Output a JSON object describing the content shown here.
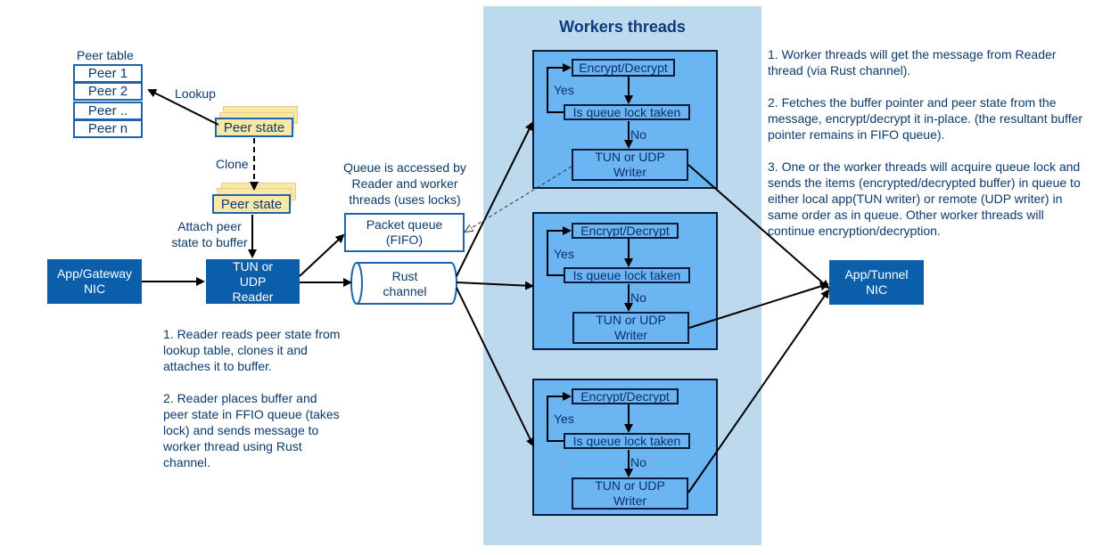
{
  "peer_table": {
    "title": "Peer table",
    "rows": [
      "Peer 1",
      "Peer 2",
      "Peer ..",
      "Peer n"
    ]
  },
  "labels": {
    "lookup": "Lookup",
    "clone": "Clone",
    "attach": "Attach peer state to buffer",
    "queue_access": "Queue is accessed by Reader and worker threads (uses locks)"
  },
  "peer_state": {
    "top": "Peer state",
    "bottom": "Peer state"
  },
  "nodes": {
    "app_gateway_nic": "App/Gateway NIC",
    "tun_reader": "TUN or UDP Reader",
    "packet_queue": "Packet queue (FIFO)",
    "rust_channel": "Rust channel",
    "app_tunnel_nic": "App/Tunnel NIC"
  },
  "workers": {
    "title": "Workers threads",
    "items": [
      {
        "encrypt": "Encrypt/Decrypt",
        "yes": "Yes",
        "lock": "Is queue lock taken",
        "no": "No",
        "writer": "TUN or UDP Writer"
      },
      {
        "encrypt": "Encrypt/Decrypt",
        "yes": "Yes",
        "lock": "Is queue lock taken",
        "no": "No",
        "writer": "TUN or UDP Writer"
      },
      {
        "encrypt": "Encrypt/Decrypt",
        "yes": "Yes",
        "lock": "Is queue lock taken",
        "no": "No",
        "writer": "TUN or UDP Writer"
      }
    ]
  },
  "reader_notes": [
    "1. Reader reads peer state from lookup table, clones it and attaches it to buffer.",
    "2. Reader places buffer and peer state in FFIO queue (takes lock) and sends message to worker thread using Rust channel."
  ],
  "worker_notes": [
    "1. Worker threads will get the message from Reader thread (via Rust channel).",
    "2. Fetches the buffer pointer and peer state from the message, encrypt/decrypt it in-place. (the resultant buffer pointer remains in FIFO queue).",
    "3. One or the worker threads will acquire queue lock and sends the items (encrypted/decrypted buffer) in queue to either local app(TUN writer) or remote (UDP writer) in same order as in queue. Other worker threads will continue encryption/decryption."
  ]
}
